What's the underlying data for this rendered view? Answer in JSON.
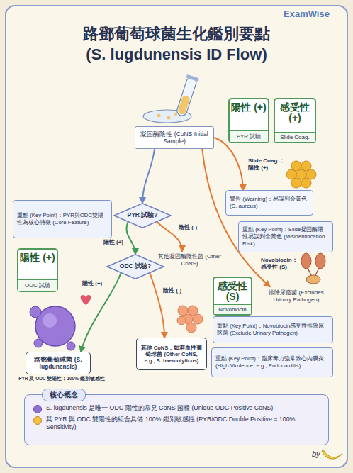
{
  "diagram": {
    "title": "路鄧葡萄球菌生化鑑別要點 (S. lugdunensis ID Flow)",
    "nodes": [
      {
        "text": [
          "凝固酶陰性 (CoNS Initial Sample)"
        ]
      },
      {
        "text": [
          "陽性 (+)",
          "PYR 試驗"
        ]
      },
      {
        "text": [
          "感受性 (+)",
          "Slide Coag."
        ]
      },
      {
        "text": [
          "重點 (Key Point)：PYR與ODC雙陽性為核心特徵 (Core Feature)"
        ]
      },
      {
        "text": [
          "PYR 試驗?"
        ]
      },
      {
        "text": [
          "陽性 (+)",
          "ODC 試驗"
        ]
      },
      {
        "text": [
          "ODC 試驗?"
        ]
      },
      {
        "text": [
          "其他凝固酶陰性菌 (Other CoNS)"
        ]
      },
      {
        "text": [
          "警告 (Warning)：易誤判金黃色 (S. aureus)"
        ]
      },
      {
        "text": [
          "重點 (Key Point)：Slide凝固酶陽性易誤判金黃色 (Misidentification Risk)"
        ]
      },
      {
        "text": [
          "排除尿路菌 (Excludes Urinary Pathogen)"
        ]
      },
      {
        "text": [
          "感受性 (S)",
          "Novobiocin"
        ]
      },
      {
        "text": [
          "重點 (Key Point)：Novobiocin感受性排除尿路菌 (Exclude Urinary Pathogen)"
        ]
      },
      {
        "text": [
          "重點 (Key Point)：臨床毒力強常致心內膜炎 (High Virulence, e.g., Endocarditis)"
        ]
      },
      {
        "text": [
          "路鄧葡萄球菌 (S. lugdunensis)"
        ]
      },
      {
        "text": [
          "其他 CoNS，如溶血性葡萄球菌 (Other CoNS, e.g., S. haemolyticus)"
        ]
      },
      {
        "text": [
          "核心概念",
          "S. lugdunensis 是唯一 ODC 陽性的常見 CoNS 菌種 (Unique ODC Positive CoNS)",
          "其 PYR 與 ODC 雙陽性的組合具備 100% 鑑別敏感性 (PYR/ODC Double Positive = 100% Sensitivity)"
        ]
      }
    ],
    "edges": [
      {
        "from": 0,
        "to": 4,
        "arrow": "to"
      },
      {
        "from": 0,
        "to": 8,
        "label": "Slide Coag.：陽性 (+)",
        "arrow": "to"
      },
      {
        "from": 0,
        "to": 10,
        "label": "Novobiocin：感受性 (S)",
        "arrow": "to"
      },
      {
        "from": 4,
        "to": 6,
        "label": "陽性 (+)",
        "arrow": "to"
      },
      {
        "from": 4,
        "to": 7,
        "label": "陰性 (-)",
        "arrow": "to"
      },
      {
        "from": 6,
        "to": 14,
        "label": "陽性 (+)",
        "arrow": "to"
      },
      {
        "from": 6,
        "to": 15,
        "label": "陰性 (-)",
        "arrow": "to"
      }
    ],
    "labels": [
      "ExamWise",
      "PYR 及 ODC 雙陽性：100% 鑑別敏感性",
      "by"
    ]
  }
}
